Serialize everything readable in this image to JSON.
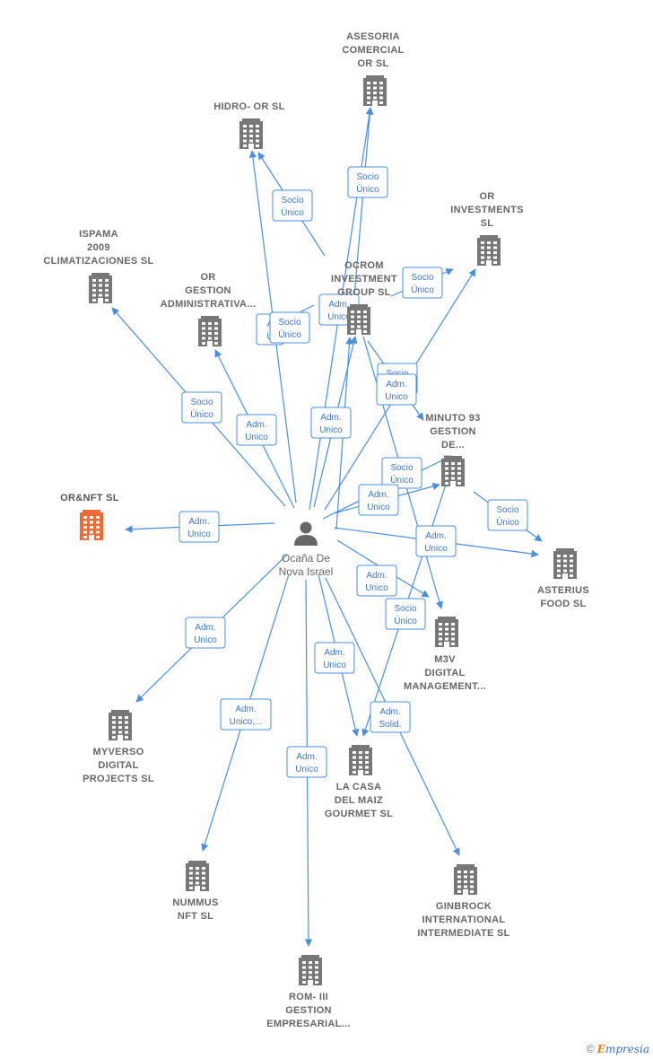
{
  "center": {
    "name_lines": [
      "Ocaña De",
      "Nova Israel"
    ]
  },
  "companies": [
    {
      "id": "asesoria",
      "lines": [
        "ASESORIA",
        "COMERCIAL",
        "OR  SL"
      ],
      "highlight": false
    },
    {
      "id": "hidro",
      "lines": [
        "HIDRO- OR  SL"
      ],
      "highlight": false
    },
    {
      "id": "or-investments",
      "lines": [
        "OR",
        "INVESTMENTS",
        "SL"
      ],
      "highlight": false
    },
    {
      "id": "ispama",
      "lines": [
        "ISPAMA",
        "2009",
        "CLIMATIZACIONES SL"
      ],
      "highlight": false
    },
    {
      "id": "or-gestion",
      "lines": [
        "OR",
        "GESTION",
        "ADMINISTRATIVA..."
      ],
      "highlight": false
    },
    {
      "id": "ocrom",
      "lines": [
        "OCROM",
        "INVESTMENT",
        "GROUP  SL"
      ],
      "highlight": false
    },
    {
      "id": "minuto93",
      "lines": [
        "MINUTO 93",
        "GESTION",
        "DE..."
      ],
      "highlight": false
    },
    {
      "id": "ornft",
      "lines": [
        "OR&NFT  SL"
      ],
      "highlight": true
    },
    {
      "id": "asterius",
      "lines": [
        "ASTERIUS",
        "FOOD  SL"
      ],
      "highlight": false
    },
    {
      "id": "m3v",
      "lines": [
        "M3V",
        "DIGITAL",
        "MANAGEMENT..."
      ],
      "highlight": false
    },
    {
      "id": "myverso",
      "lines": [
        "MYVERSO",
        "DIGITAL",
        "PROJECTS  SL"
      ],
      "highlight": false
    },
    {
      "id": "lacasa",
      "lines": [
        "LA CASA",
        "DEL MAIZ",
        "GOURMET  SL"
      ],
      "highlight": false
    },
    {
      "id": "nummus",
      "lines": [
        "NUMMUS",
        "NFT  SL"
      ],
      "highlight": false
    },
    {
      "id": "ginbrock",
      "lines": [
        "GINBROCK",
        "INTERNATIONAL",
        "INTERMEDIATE SL"
      ],
      "highlight": false
    },
    {
      "id": "rom3",
      "lines": [
        "ROM- III",
        "GESTION",
        "EMPRESARIAL..."
      ],
      "highlight": false
    }
  ],
  "edge_labels": [
    {
      "id": "e-asesoria",
      "lines": [
        "Socio",
        "Único"
      ]
    },
    {
      "id": "e-hidro",
      "lines": [
        "Socio",
        "Único"
      ]
    },
    {
      "id": "e-orinv",
      "lines": [
        "Socio",
        "Único"
      ]
    },
    {
      "id": "e-ispama",
      "lines": [
        "Socio",
        "Único"
      ]
    },
    {
      "id": "e-orgestion",
      "lines": [
        "Adm.",
        "Unico"
      ]
    },
    {
      "id": "e-ocrom-a",
      "lines": [
        "Adm.",
        "Unico"
      ]
    },
    {
      "id": "e-ocrom-b",
      "lines": [
        "Adm.",
        "Unico"
      ]
    },
    {
      "id": "e-ocrom-c",
      "lines": [
        "Socio",
        "Único"
      ]
    },
    {
      "id": "e-ocrom-d",
      "lines": [
        "Adm.",
        "Unico"
      ]
    },
    {
      "id": "e-minuto-a",
      "lines": [
        "Socio",
        "Único"
      ]
    },
    {
      "id": "e-minuto-b",
      "lines": [
        "Adm.",
        "Unico"
      ]
    },
    {
      "id": "e-minuto-c",
      "lines": [
        "Socio",
        "Único"
      ]
    },
    {
      "id": "e-minuto-d",
      "lines": [
        "Adm.",
        "Unico"
      ]
    },
    {
      "id": "e-ornft",
      "lines": [
        "Adm.",
        "Unico"
      ]
    },
    {
      "id": "e-asterius",
      "lines": [
        "Adm.",
        "Unico"
      ]
    },
    {
      "id": "e-m3v",
      "lines": [
        "Adm.",
        "Unico"
      ]
    },
    {
      "id": "e-m3v-b",
      "lines": [
        "Socio",
        "Único"
      ]
    },
    {
      "id": "e-myverso",
      "lines": [
        "Adm.",
        "Unico"
      ]
    },
    {
      "id": "e-lacasa",
      "lines": [
        "Adm.",
        "Unico"
      ]
    },
    {
      "id": "e-lacasa-b",
      "lines": [
        "Adm.",
        "Solid."
      ]
    },
    {
      "id": "e-nummus",
      "lines": [
        "Adm.",
        "Unico,..."
      ]
    },
    {
      "id": "e-rom3",
      "lines": [
        "Adm.",
        "Unico"
      ]
    },
    {
      "id": "e-hidro-b",
      "lines": [
        "Socio",
        "Único"
      ]
    },
    {
      "id": "e-orgestion-b",
      "lines": [
        "A",
        "Ú"
      ]
    }
  ],
  "colors": {
    "edge": "#4a8fdc",
    "building": "#777777",
    "highlight": "#ef6a35",
    "person": "#666666"
  },
  "footer": {
    "copyright": "©",
    "brand_initial": "E",
    "brand_rest": "mpresia"
  }
}
